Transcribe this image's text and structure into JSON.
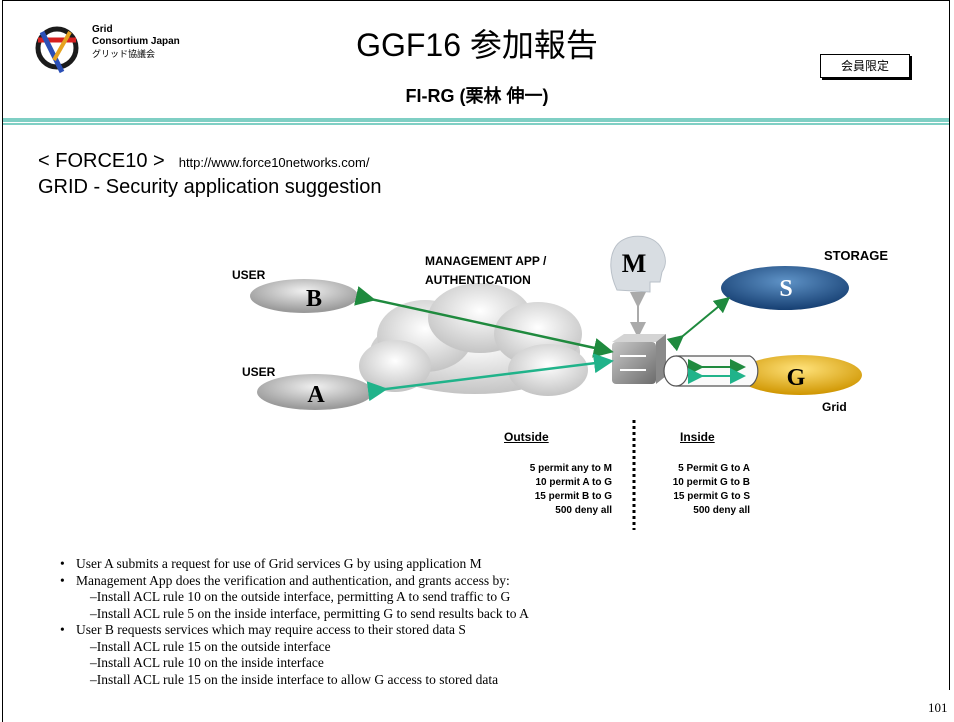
{
  "header": {
    "logo_line1": "Grid",
    "logo_line2": "Consortium Japan",
    "logo_line3": "グリッド協議会",
    "title": "GGF16 参加報告",
    "subtitle": "FI-RG (栗林 伸一)",
    "badge": "会員限定"
  },
  "section": {
    "heading": "< FORCE10 >",
    "url": "http://www.force10networks.com/",
    "subheading": "GRID - Security application suggestion"
  },
  "diagram": {
    "mgmt_label_line1": "MANAGEMENT APP /",
    "mgmt_label_line2": "AUTHENTICATION",
    "mgmt_letter": "M",
    "storage_label": "STORAGE",
    "storage_letter": "S",
    "grid_label": "Grid",
    "grid_letter": "G",
    "user_b_label": "USER",
    "user_b_letter": "B",
    "user_a_label": "USER",
    "user_a_letter": "A",
    "outside_heading": "Outside",
    "inside_heading": "Inside",
    "outside_rules": [
      "5 permit any to M",
      "10 permit A to G",
      "15 permit B to G",
      "500 deny all"
    ],
    "inside_rules": [
      "5 Permit G to A",
      "10 permit G to B",
      "15 permit G to S",
      "500 deny all"
    ]
  },
  "bullets": [
    "User A submits a request for use of Grid services G by using application M",
    "Management App does the verification and authentication, and grants access by:",
    "–Install ACL rule 10 on the outside interface, permitting A to send traffic to G",
    "–Install ACL rule 5 on the inside interface, permitting G to send results back to A",
    "User B requests services which may require access to their stored data S",
    "–Install ACL rule 15 on the outside interface",
    "–Install ACL rule 10 on the inside interface",
    "–Install ACL rule 15 on the inside interface to allow G access to stored data"
  ],
  "page_number": "101"
}
